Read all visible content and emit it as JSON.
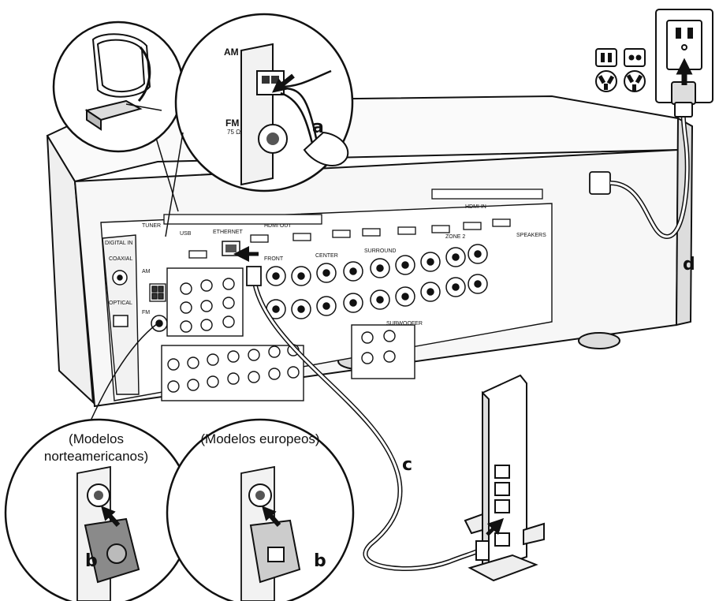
{
  "callouts": {
    "a": "a",
    "b_left": "b",
    "b_right": "b",
    "c": "c",
    "d": "d"
  },
  "circle_left_caption": [
    "(Modelos",
    "norteamericanos)"
  ],
  "circle_right_caption": "(Modelos europeos)",
  "antenna_zoom": {
    "am": "AM",
    "fm": "FM",
    "fm_sub": "75 Ω"
  },
  "receiver_panel": {
    "am": "AM",
    "fm": "FM",
    "hdmi_out": "HDMI OUT",
    "hdmi_in": "HDMI IN",
    "speakers": "SPEAKERS",
    "digital_in": "DIGITAL IN",
    "coaxial": "COAXIAL",
    "optical": "OPTICAL",
    "ethernet": "ETHERNET",
    "usb": "USB",
    "zone2": "ZONE 2",
    "subwoofer": "SUBWOOFER",
    "front": "FRONT",
    "center": "CENTER",
    "surround": "SURROUND"
  },
  "colors": {
    "line": "#111111",
    "panel": "#f4f4f4",
    "connector_dark": "#555555",
    "connector_gray": "#9a9a9a"
  }
}
